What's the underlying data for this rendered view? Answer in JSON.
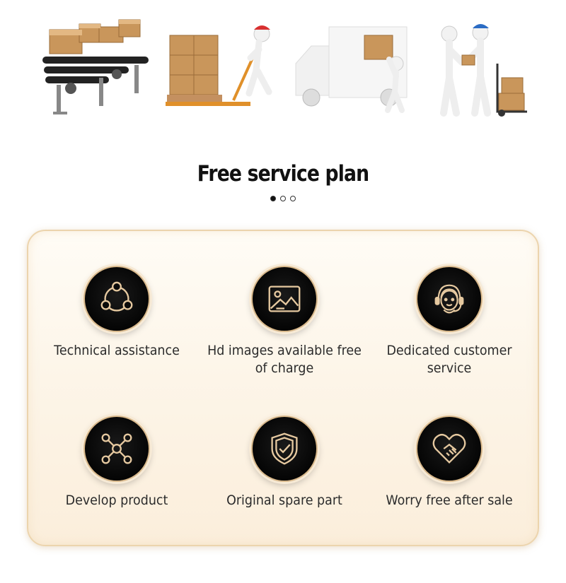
{
  "header": {
    "title": "Free service plan"
  },
  "carousel": {
    "dots": 3,
    "active": 0
  },
  "photos": [
    {
      "icon": "conveyor-boxes-photo"
    },
    {
      "icon": "pallet-jack-worker-photo"
    },
    {
      "icon": "truck-loading-photo"
    },
    {
      "icon": "delivery-handover-photo"
    }
  ],
  "features": [
    {
      "label": "Technical assistance",
      "icon": "network-nodes-icon"
    },
    {
      "label": "Hd images available free of charge",
      "icon": "image-icon"
    },
    {
      "label": "Dedicated customer service",
      "icon": "headset-agent-icon"
    },
    {
      "label": "Develop product",
      "icon": "hub-nodes-icon"
    },
    {
      "label": "Original spare part",
      "icon": "shield-check-icon"
    },
    {
      "label": "Worry free after sale",
      "icon": "handshake-heart-icon"
    }
  ],
  "colors": {
    "gold": "#e6c9a0",
    "badge": "#0a0a0a",
    "panel_border": "#ecd4ad"
  }
}
